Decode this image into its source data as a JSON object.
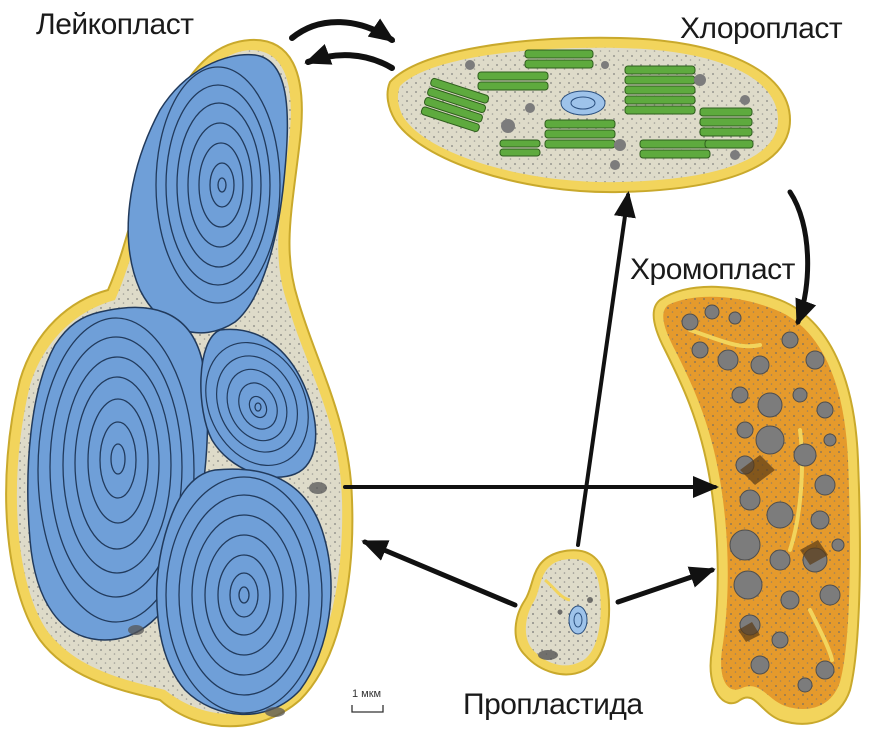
{
  "labels": {
    "leucoplast": "Лейкопласт",
    "chloroplast": "Хлоропласт",
    "chromoplast": "Хромопласт",
    "proplastid": "Пропластида",
    "scale": "1 мкм"
  },
  "colors": {
    "envelope": "#f2d45c",
    "envelope_stroke": "#c9a92c",
    "stroma": "#dedbc9",
    "starch": "#6f9fd8",
    "starch_line": "#213a5c",
    "thylakoid": "#5eaa3e",
    "thylakoid_stroke": "#2f5e1d",
    "chromo_body": "#e59a2c",
    "plastoglobule": "#7c7c7c",
    "arrow": "#111111"
  }
}
